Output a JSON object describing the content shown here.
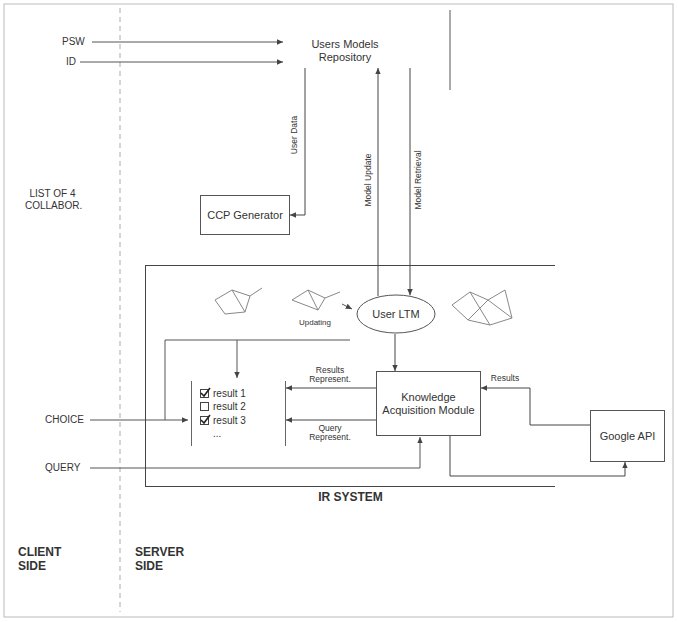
{
  "diagram": {
    "nodes": [
      {
        "text": [
          "Users Models Repository"
        ]
      },
      {
        "text": [
          "CCP Generator"
        ]
      },
      {
        "text": [
          "IR SYSTEM"
        ]
      },
      {
        "text": [
          "User LTM"
        ],
        "in": 2
      },
      {
        "text": [
          "result 1",
          "result 2",
          "result 3",
          "..."
        ],
        "in": 2
      },
      {
        "text": [
          "Knowledge Acquisition Module"
        ],
        "in": 2
      },
      {
        "text": [
          "Google API"
        ]
      }
    ],
    "edges": [
      {
        "from": 0,
        "to": 1,
        "label": "User Data",
        "arrow": "to"
      },
      {
        "from": 3,
        "to": 0,
        "label": "Model Update",
        "arrow": "to"
      },
      {
        "from": 0,
        "to": 3,
        "label": "Model Retrieval",
        "arrow": "to"
      },
      {
        "from": 3,
        "to": 5,
        "arrow": "to"
      },
      {
        "from": 5,
        "to": 4,
        "label": "Results Represent.",
        "arrow": "to"
      },
      {
        "from": 5,
        "to": 4,
        "label": "Query Represent.",
        "arrow": "to"
      },
      {
        "from": 6,
        "to": 5,
        "label": "Results",
        "arrow": "to"
      },
      {
        "from": 5,
        "to": 6,
        "arrow": "to"
      }
    ],
    "labels": [
      "PSW",
      "ID",
      "LIST OF 4 COLLABOR.",
      "CHOICE",
      "QUERY",
      "Updating",
      "CLIENT SIDE",
      "SERVER SIDE"
    ]
  }
}
